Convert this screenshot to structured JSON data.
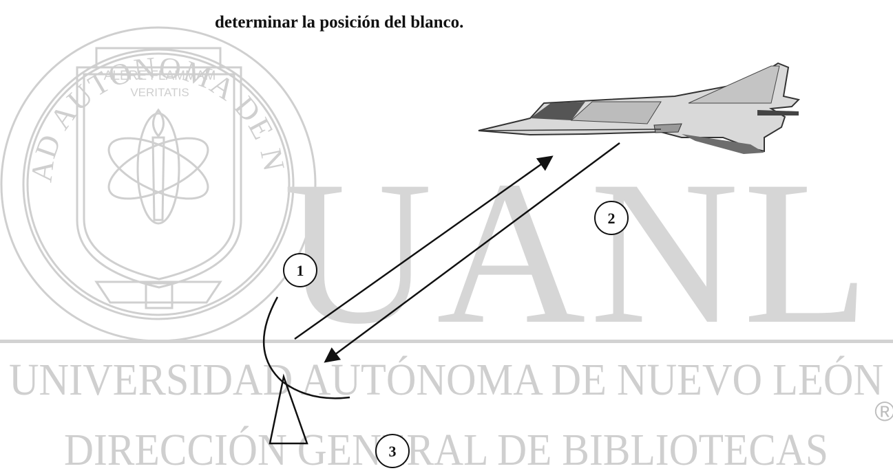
{
  "document": {
    "caption_line": "determinar la posición del blanco."
  },
  "figure": {
    "markers": [
      {
        "id": "marker-1",
        "label": "1"
      },
      {
        "id": "marker-2",
        "label": "2"
      },
      {
        "id": "marker-3",
        "label": "3"
      }
    ]
  },
  "watermark": {
    "big_letters": "UANL",
    "university_name": "UNIVERSIDAD AUTÓNOMA DE NUEVO LEÓN",
    "library_name": "DIRECCIÓN GENERAL DE BIBLIOTECAS",
    "registered_mark": "®",
    "seal_ring_text": "UNIVERSIDAD AUTONOMA DE NUEVO LEON",
    "seal_motto_line1": "ALERE FLAMMAM",
    "seal_motto_line2": "VERITATIS"
  },
  "colors": {
    "watermark_gray": "#cfcfcf",
    "ink": "#111111",
    "background": "#ffffff"
  }
}
